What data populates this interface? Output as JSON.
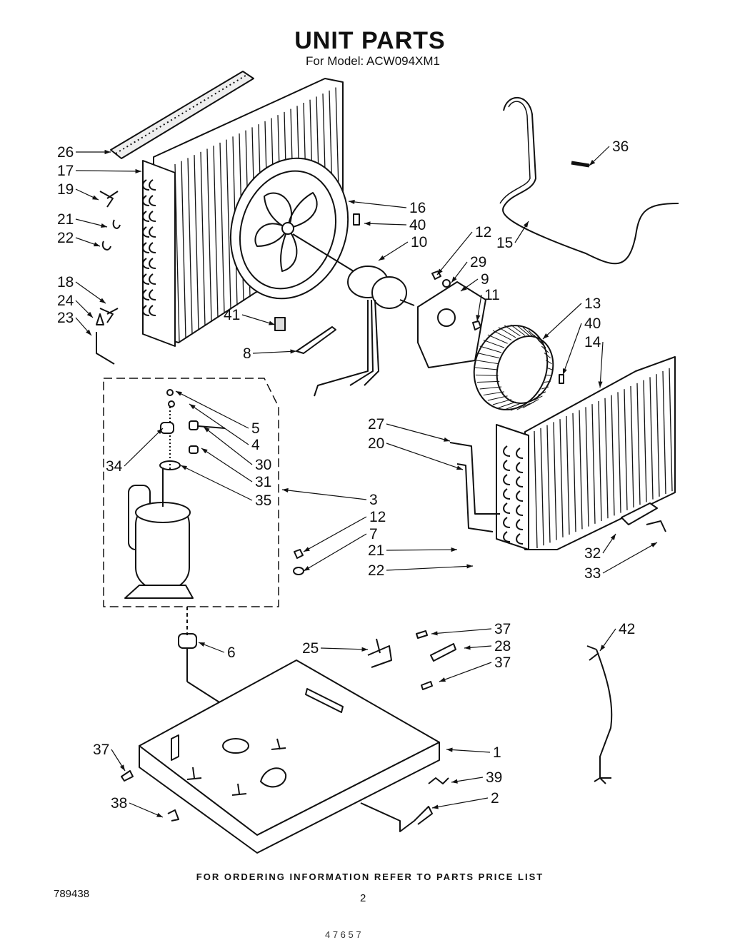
{
  "header": {
    "title": "UNIT PARTS",
    "subtitle": "For Model: ACW094XM1"
  },
  "callouts": [
    "26",
    "17",
    "19",
    "21",
    "22",
    "18",
    "24",
    "23",
    "16",
    "40",
    "10",
    "12",
    "29",
    "9",
    "11",
    "13",
    "40",
    "14",
    "15",
    "36",
    "41",
    "8",
    "5",
    "4",
    "30",
    "31",
    "34",
    "35",
    "3",
    "12",
    "7",
    "27",
    "20",
    "21",
    "22",
    "32",
    "33",
    "6",
    "25",
    "37",
    "28",
    "37",
    "42",
    "1",
    "37",
    "39",
    "2",
    "38"
  ],
  "footer": {
    "note": "FOR ORDERING INFORMATION REFER TO PARTS PRICE LIST",
    "doc_number": "789438",
    "page_number": "2",
    "bottom_mark": "4 7 6 5 7"
  }
}
